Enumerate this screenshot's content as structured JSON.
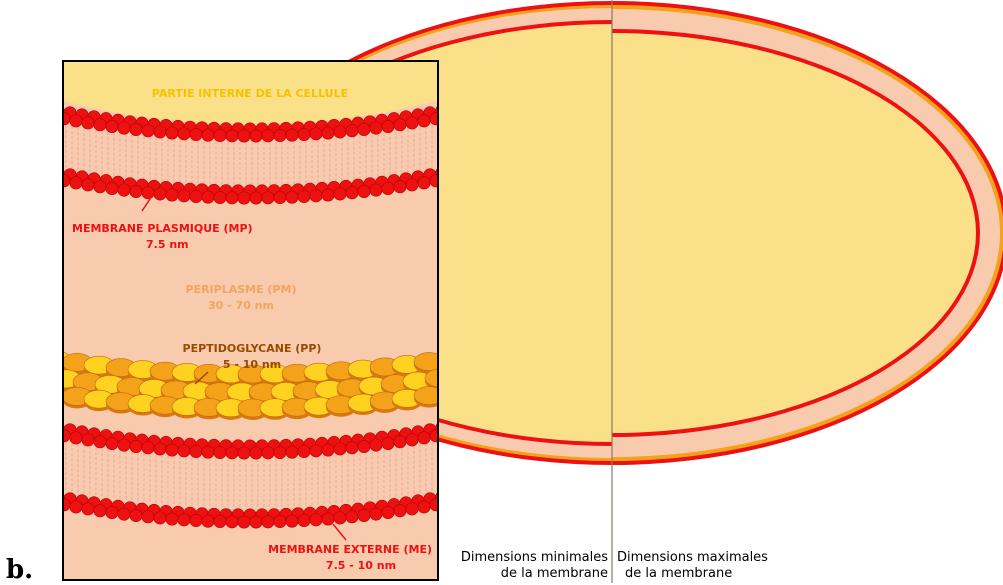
{
  "panel_label": "b.",
  "inner_label": "PARTIE INTERNE DE LA CELLULE",
  "plasma_membrane": {
    "name": "MEMBRANE PLASMIQUE (MP)",
    "size": "7.5 nm"
  },
  "periplasm": {
    "name": "PERIPLASME (PM)",
    "size": "30 - 70 nm"
  },
  "peptidoglycan": {
    "name": "PEPTIDOGLYCANE (PP)",
    "size": "5 - 10 nm"
  },
  "outer_membrane": {
    "name": "MEMBRANE EXTERNE (ME)",
    "size": "7.5 - 10 nm"
  },
  "dimensions": {
    "min_line1": "Dimensions minimales",
    "min_line2": "de la membrane",
    "max_line1": "Dimensions maximales",
    "max_line2": "de la membrane"
  },
  "colors": {
    "cytoplasm": "#FBE08A",
    "periplasm": "#F8CBAE",
    "membrane": "#EE1111",
    "peptidoglycan": "#F5A21B",
    "inner_text": "#F6C200",
    "periplasm_text": "#F4A460",
    "pp_text": "#9A4A00"
  }
}
